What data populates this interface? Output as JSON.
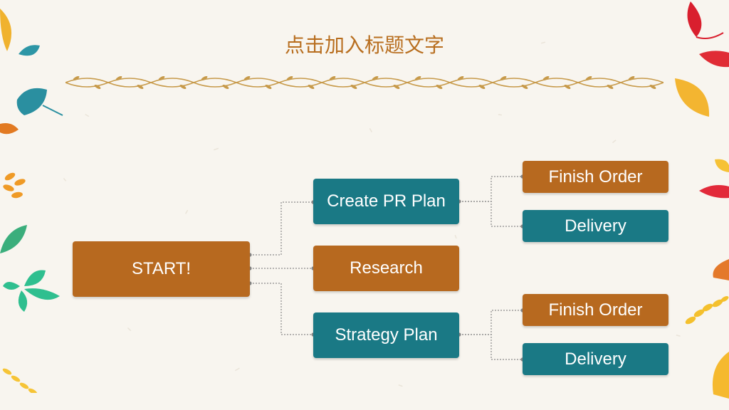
{
  "slide": {
    "title": "点击加入标题文字"
  },
  "diagram": {
    "root": {
      "label": "START!"
    },
    "branches": [
      {
        "label": "Create PR Plan",
        "children": [
          "Finish Order",
          "Delivery"
        ]
      },
      {
        "label": "Research",
        "children": []
      },
      {
        "label": "Strategy Plan",
        "children": [
          "Finish Order",
          "Delivery"
        ]
      }
    ]
  },
  "colors": {
    "brown": "#b7691f",
    "teal": "#1a7985",
    "title": "#b86e1f",
    "connector": "#888888",
    "background": "#f8f5ef"
  }
}
